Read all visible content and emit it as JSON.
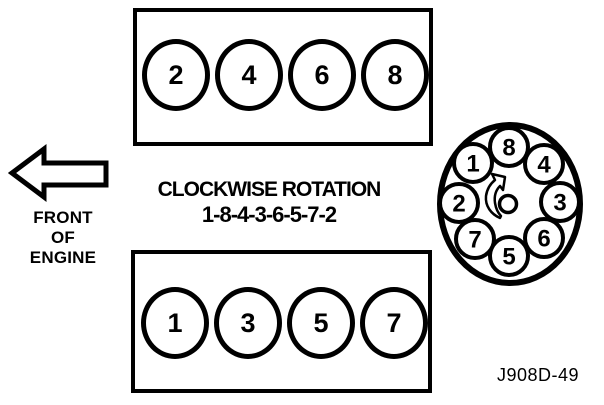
{
  "colors": {
    "ink": "#000000",
    "paper": "#ffffff"
  },
  "front_indicator": {
    "lines": [
      "FRONT",
      "OF",
      "ENGINE"
    ]
  },
  "rotation": {
    "label": "CLOCKWISE ROTATION",
    "firing_order": "1-8-4-3-6-5-7-2"
  },
  "top_bank": {
    "cylinders": [
      "2",
      "4",
      "6",
      "8"
    ]
  },
  "bottom_bank": {
    "cylinders": [
      "1",
      "3",
      "5",
      "7"
    ]
  },
  "distributor": {
    "terminals_clockwise_from_top": [
      "8",
      "4",
      "3",
      "6",
      "5",
      "7",
      "2",
      "1"
    ]
  },
  "figure_code": "J908D-49"
}
